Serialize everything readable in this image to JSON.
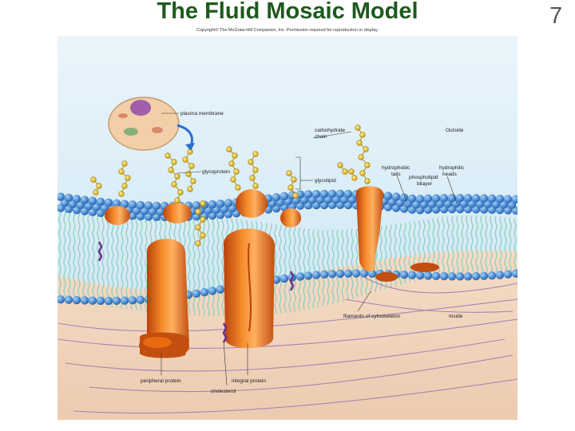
{
  "slide": {
    "title": "The Fluid Mosaic Model",
    "number": "7",
    "copyright": "Copyright© The McGraw-Hill Companies, Inc. Permission required for reproduction or display."
  },
  "diagram": {
    "labels": {
      "plasma_membrane": "plasma membrane",
      "carbohydrate_chain_1": "carbohydrate",
      "carbohydrate_chain_2": "chain",
      "outside": "Outside",
      "glycoprotein": "glycoprotein",
      "glycolipid": "glycolipid",
      "hydrophobic_tails_1": "hydrophobic",
      "hydrophobic_tails_2": "tails",
      "phospholipid_bilayer_1": "phospholipid",
      "phospholipid_bilayer_2": "bilayer",
      "hydrophilic_heads_1": "hydrophilic",
      "hydrophilic_heads_2": "heads",
      "filaments_of_cytoskeleton": "filaments of cytoskeleton",
      "inside": "Inside",
      "peripheral_protein": "peripheral protein",
      "integral_protein": "integral protein",
      "cholesterol": "cholesterol"
    },
    "colors": {
      "outside_bg": "#cfe6f4",
      "inside_bg": "#f0d6bf",
      "phospholipid_head": "#4c8ed6",
      "phospholipid_tail": "#8fcfc0",
      "protein": "#e96a10",
      "protein_dark": "#b8410b",
      "carbohydrate": "#e8c21e",
      "cytoskeleton": "#9a76b4",
      "cell_body": "#f3cfa8",
      "nucleus": "#a05fa8"
    }
  }
}
